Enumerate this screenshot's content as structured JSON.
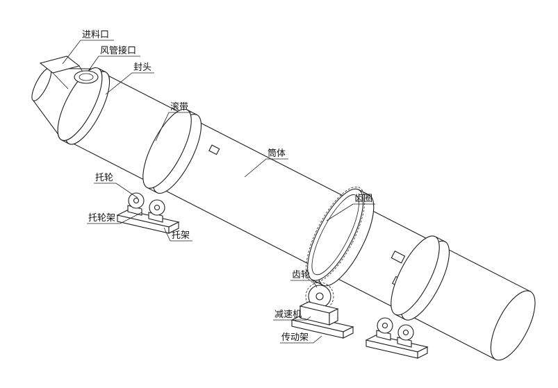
{
  "colors": {
    "line": "#1c1c1c",
    "background": "#ffffff"
  },
  "labels": {
    "feed_inlet": "进料口",
    "air_duct_port": "风管接口",
    "end_head": "封头",
    "riding_ring": "滚带",
    "shell": "筒体",
    "support_roller": "托轮",
    "support_roller_frame": "托轮架",
    "support_base": "托架",
    "gear_ring": "齿圈",
    "gear": "齿轮",
    "reducer": "减速机",
    "drive_frame": "传动架"
  }
}
